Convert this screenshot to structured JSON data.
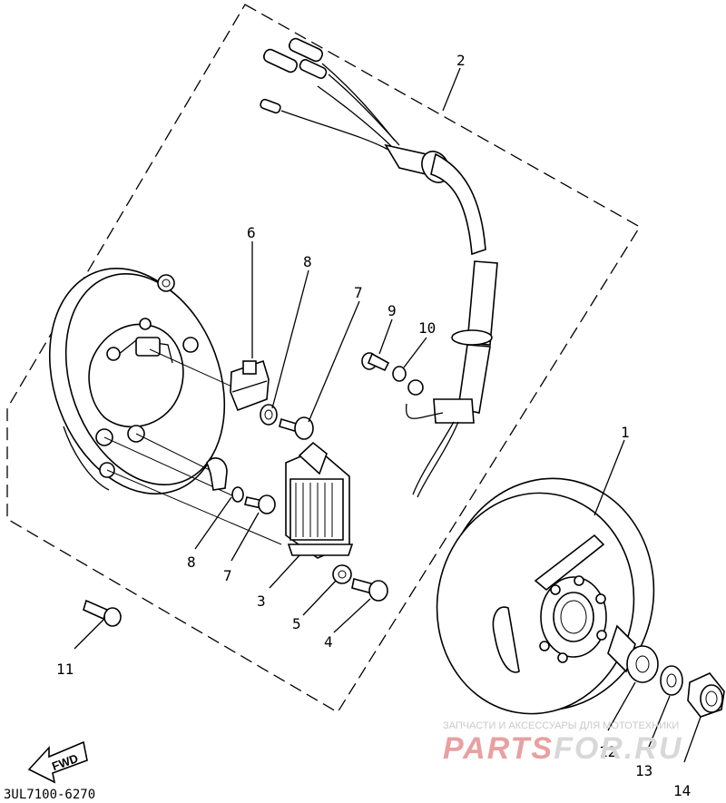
{
  "diagram": {
    "callouts": [
      {
        "id": "c1",
        "text": "1"
      },
      {
        "id": "c2",
        "text": "2"
      },
      {
        "id": "c3",
        "text": "3"
      },
      {
        "id": "c4",
        "text": "4"
      },
      {
        "id": "c5",
        "text": "5"
      },
      {
        "id": "c6",
        "text": "6"
      },
      {
        "id": "c7a",
        "text": "7"
      },
      {
        "id": "c7b",
        "text": "7"
      },
      {
        "id": "c8a",
        "text": "8"
      },
      {
        "id": "c8b",
        "text": "8"
      },
      {
        "id": "c9",
        "text": "9"
      },
      {
        "id": "c10",
        "text": "10"
      },
      {
        "id": "c11",
        "text": "11"
      },
      {
        "id": "c12",
        "text": "12"
      },
      {
        "id": "c13",
        "text": "13"
      },
      {
        "id": "c14",
        "text": "14"
      }
    ],
    "direction_badge": "FWD",
    "drawing_code": "3UL7100-6270"
  },
  "watermark": {
    "caption": "ЗАПЧАСТИ И АКСЕССУАРЫ ДЛЯ МОТОТЕХНИКИ",
    "brand_left": "PARTS",
    "brand_right": "FOR.RU",
    "colors": {
      "brand_left": "#e8a0a0",
      "brand_right": "#d8d8d8",
      "caption": "#c9c9c9"
    }
  }
}
